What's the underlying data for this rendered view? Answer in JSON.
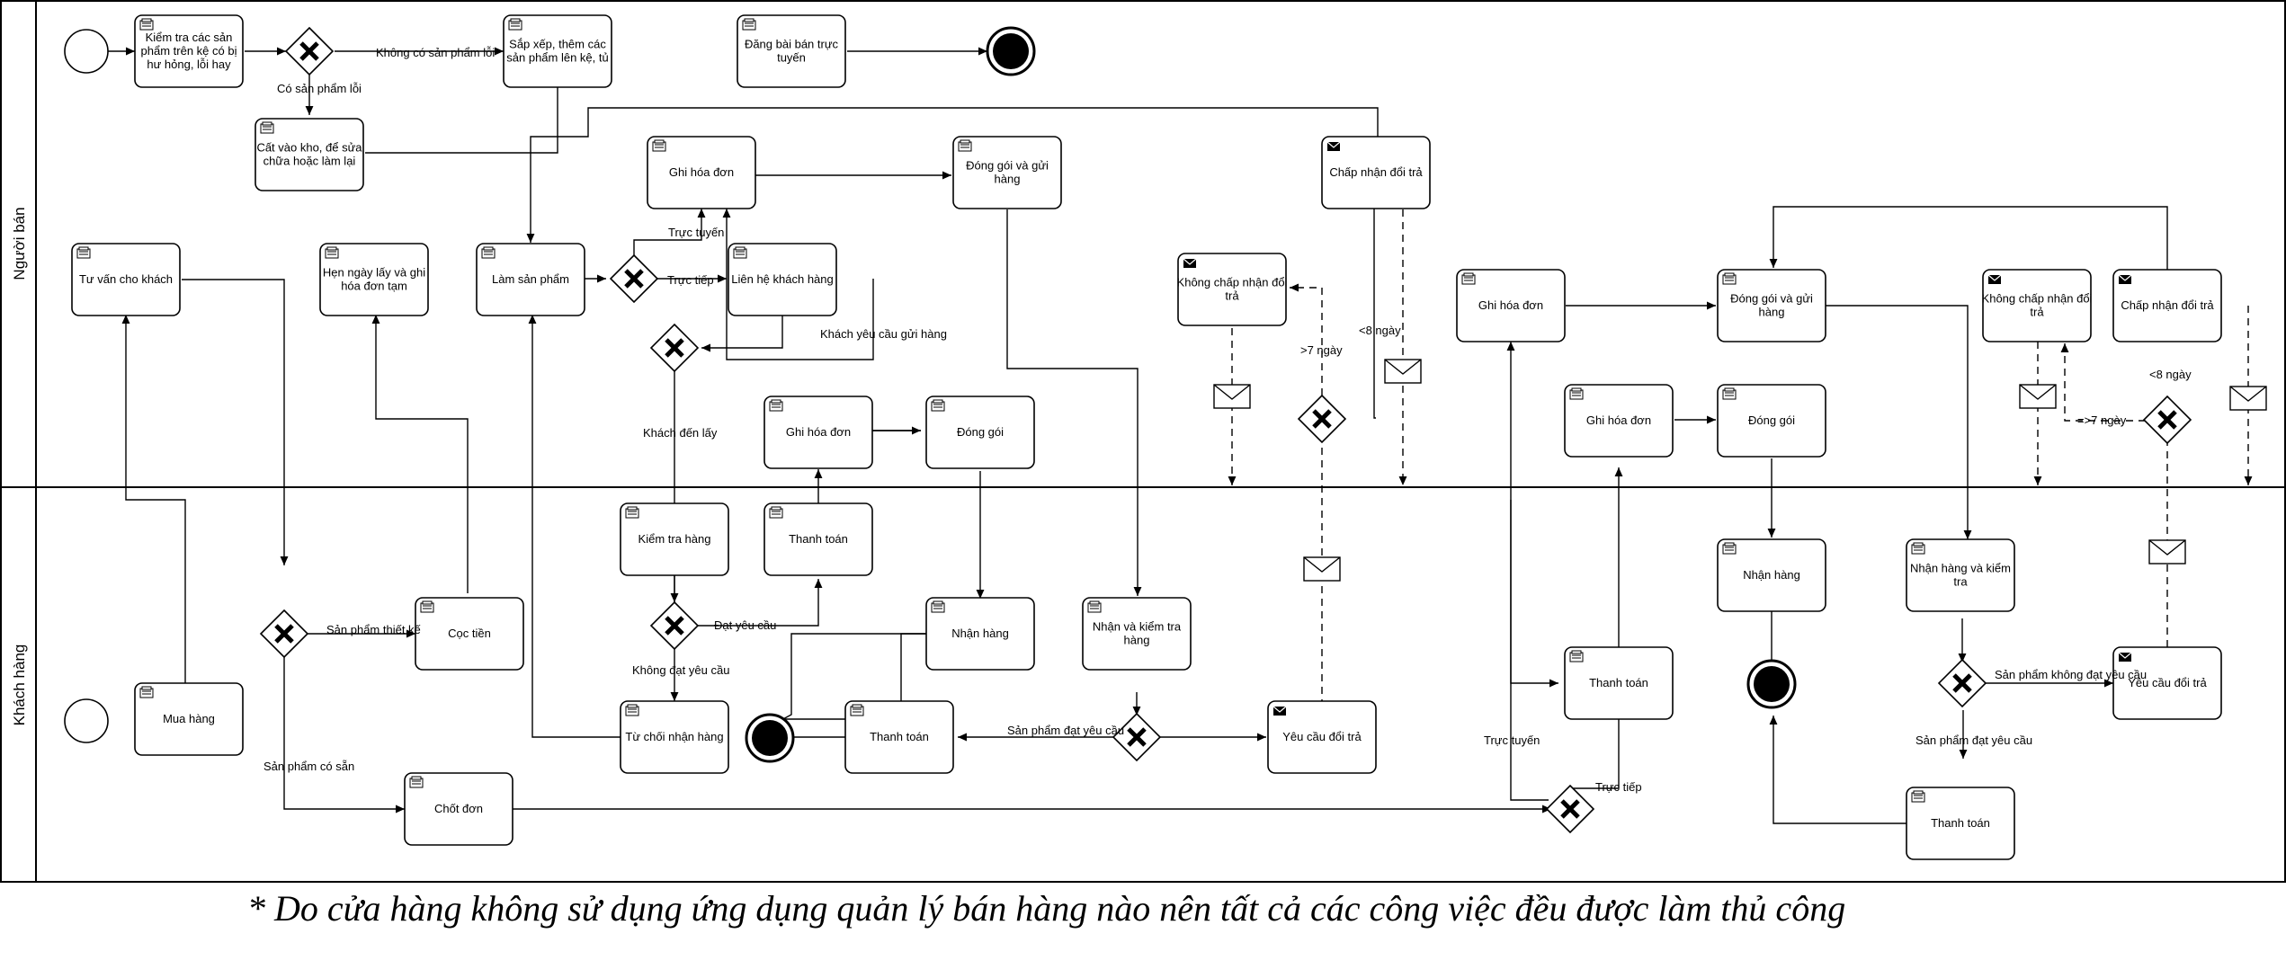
{
  "lanes": {
    "seller": "Người bán",
    "customer": "Khách hàng"
  },
  "tasks": {
    "t1": "Kiểm tra các sản phẩm trên kệ có bị hư hỏng, lỗi hay",
    "t2": "Sắp xếp, thêm các sản phẩm lên kệ, tủ",
    "t3": "Đăng bài bán trực tuyến",
    "t4": "Cất vào kho, để sửa chữa hoặc làm lại",
    "t5": "Tư vấn cho khách",
    "t6": "Hẹn ngày lấy và ghi hóa đơn tạm",
    "t7": "Làm sản phẩm",
    "t8": "Ghi hóa đơn",
    "t9": "Liên hệ khách hàng",
    "t10": "Đóng gói  và gửi hàng",
    "t11": "Chấp nhận đổi trả",
    "t12": "Không chấp nhận đổi trả",
    "t13": "Ghi hóa đơn",
    "t14": "Đóng gói",
    "t15": "Ghi hóa đơn",
    "t16": "Đóng gói và gửi hàng",
    "t17": "Không chấp nhận đổi trả",
    "t18": "Chấp nhận đổi trả",
    "t19": "Ghi hóa đơn",
    "t20": "Đóng gói",
    "t21": "Mua hàng",
    "t22": "Cọc tiền",
    "t23": "Chốt đơn",
    "t24": "Kiểm tra hàng",
    "t25": "Thanh toán",
    "t26": "Từ chối nhận hàng",
    "t27": "Nhận hàng",
    "t28": "Thanh toán",
    "t29": "Nhận và kiểm tra hàng",
    "t30": "Yêu cầu đổi trả",
    "t31": "Thanh toán",
    "t32": "Nhận hàng",
    "t33": "Nhận hàng và kiểm tra",
    "t34": "Yêu cầu đổi trả",
    "t35": "Thanh toán"
  },
  "labels": {
    "l1": "Không có sản phẩm lỗi",
    "l2": "Có sản phẩm lỗi",
    "l3": "Trực tuyến",
    "l4": "Trực tiếp",
    "l5": "Khách yêu cầu gửi hàng",
    "l6": "Khách đến lấy",
    "l7": ">7 ngày",
    "l8": "<8 ngày",
    "l9": "<8 ngày",
    "l10": "=>7 ngày",
    "l11": "Sản phẩm thiết kế",
    "l12": "Sản phẩm có sẵn",
    "l13": "Đạt yêu cầu",
    "l14": "Không đạt yêu cầu",
    "l15": "Sản phẩm đạt yêu cầu",
    "l16": "Trực tuyến",
    "l17": "Trực tiếp",
    "l18": "Sản phẩm không đạt yêu cầu",
    "l19": "Sản phẩm đạt yêu cầu"
  },
  "footnote": "* Do cửa hàng không sử dụng ứng dụng quản lý bán hàng nào nên tất cả các công việc đều được làm thủ công"
}
